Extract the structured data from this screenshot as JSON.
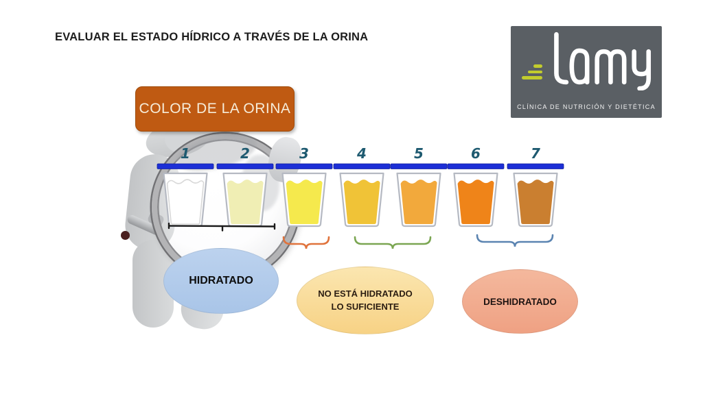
{
  "slide": {
    "title": "EVALUAR EL ESTADO HÍDRICO A TRAVÉS DE LA ORINA"
  },
  "logo": {
    "brand_name": "Lamy",
    "subtitle": "CLÍNICA DE NUTRICIÓN Y DIETÉTICA",
    "bg_color": "#5a5f64",
    "accent_color": "#c2cc2d",
    "text_color": "#f2f2f2"
  },
  "header_box": {
    "label": "COLOR DE LA ORINA",
    "bg_color": "#bf5a12",
    "text_color": "#f6ecd9"
  },
  "urine_scale": {
    "bar_color": "#1c2fd6",
    "bar_edge_color": "#13219c",
    "cup_border_color": "#b5b9c2",
    "number_color": "#1e5a70",
    "levels": [
      {
        "number": "1",
        "color": "#ffffff",
        "outline": "#d8d8d8"
      },
      {
        "number": "2",
        "color": "#f0eeb4",
        "outline": ""
      },
      {
        "number": "3",
        "color": "#f5e94d",
        "outline": ""
      },
      {
        "number": "4",
        "color": "#f0c337",
        "outline": ""
      },
      {
        "number": "5",
        "color": "#f2a93c",
        "outline": ""
      },
      {
        "number": "6",
        "color": "#ef8419",
        "outline": ""
      },
      {
        "number": "7",
        "color": "#ca7f30",
        "outline": ""
      }
    ]
  },
  "range_markers": [
    {
      "type": "bracket",
      "cups": "1-2",
      "color": "#1a1a1a"
    },
    {
      "type": "brace",
      "cups": "3",
      "color": "#e0733c"
    },
    {
      "type": "brace",
      "cups": "4-5",
      "color": "#7ba652"
    },
    {
      "type": "brace",
      "cups": "6-7",
      "color": "#5b84b1"
    }
  ],
  "status_labels": [
    {
      "id": "hydrated",
      "text": "HIDRATADO",
      "bg": "#a9c5e8"
    },
    {
      "id": "not-hydrated-enough",
      "line1": "NO ESTÁ HIDRATADO",
      "line2": "LO SUFICIENTE",
      "bg": "#f7d285"
    },
    {
      "id": "dehydrated",
      "text": "DESHIDRATADO",
      "bg": "#efa183"
    }
  ]
}
